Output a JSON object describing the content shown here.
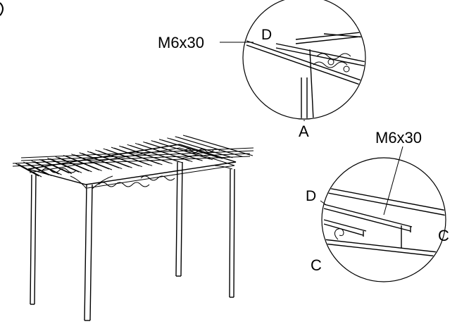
{
  "callouts": {
    "top": {
      "screw_label": "M6x30",
      "part_label": "D",
      "anchor_label": "A"
    },
    "bottom": {
      "screw_label": "M6x30",
      "part_left_label": "D",
      "part_right_label": "C",
      "part_lower_label": "C"
    }
  }
}
